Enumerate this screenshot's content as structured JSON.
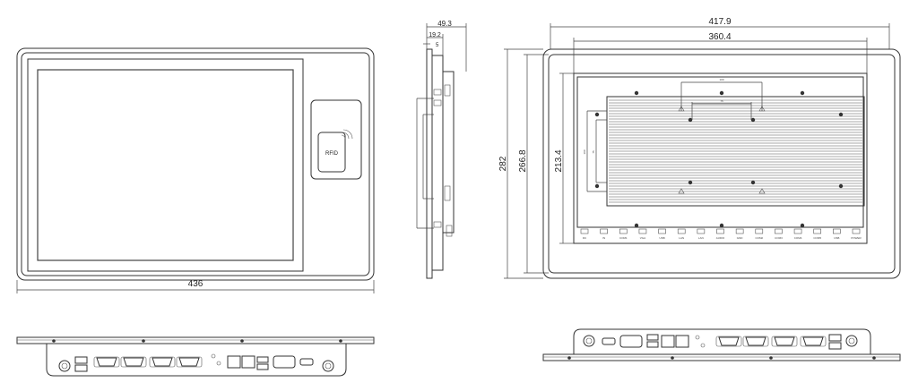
{
  "front_view": {
    "width_label": "436",
    "rfid_label": "RFID"
  },
  "side_view": {
    "depth_label": "49.3",
    "inner_depth_label": "19.2",
    "step_label": "5"
  },
  "rear_view": {
    "width_label": "417.9",
    "mount_width_label": "360.4",
    "height_label": "282",
    "inner_height_label": "266.8",
    "mount_height_label": "213.4",
    "vesa_h_label": "100",
    "vesa_h_inner_label": "75",
    "vesa_v_label": "100",
    "vesa_v_inner_label": "75",
    "port_labels": [
      "DC",
      "IN",
      "COM1",
      "VGA",
      "USB",
      "LAN",
      "LAN",
      "AUDIO",
      "GND",
      "COM2",
      "COM3",
      "COM4",
      "COM5",
      "USB",
      "POWER"
    ]
  },
  "colors": {
    "line": "#333333",
    "background": "#ffffff"
  }
}
